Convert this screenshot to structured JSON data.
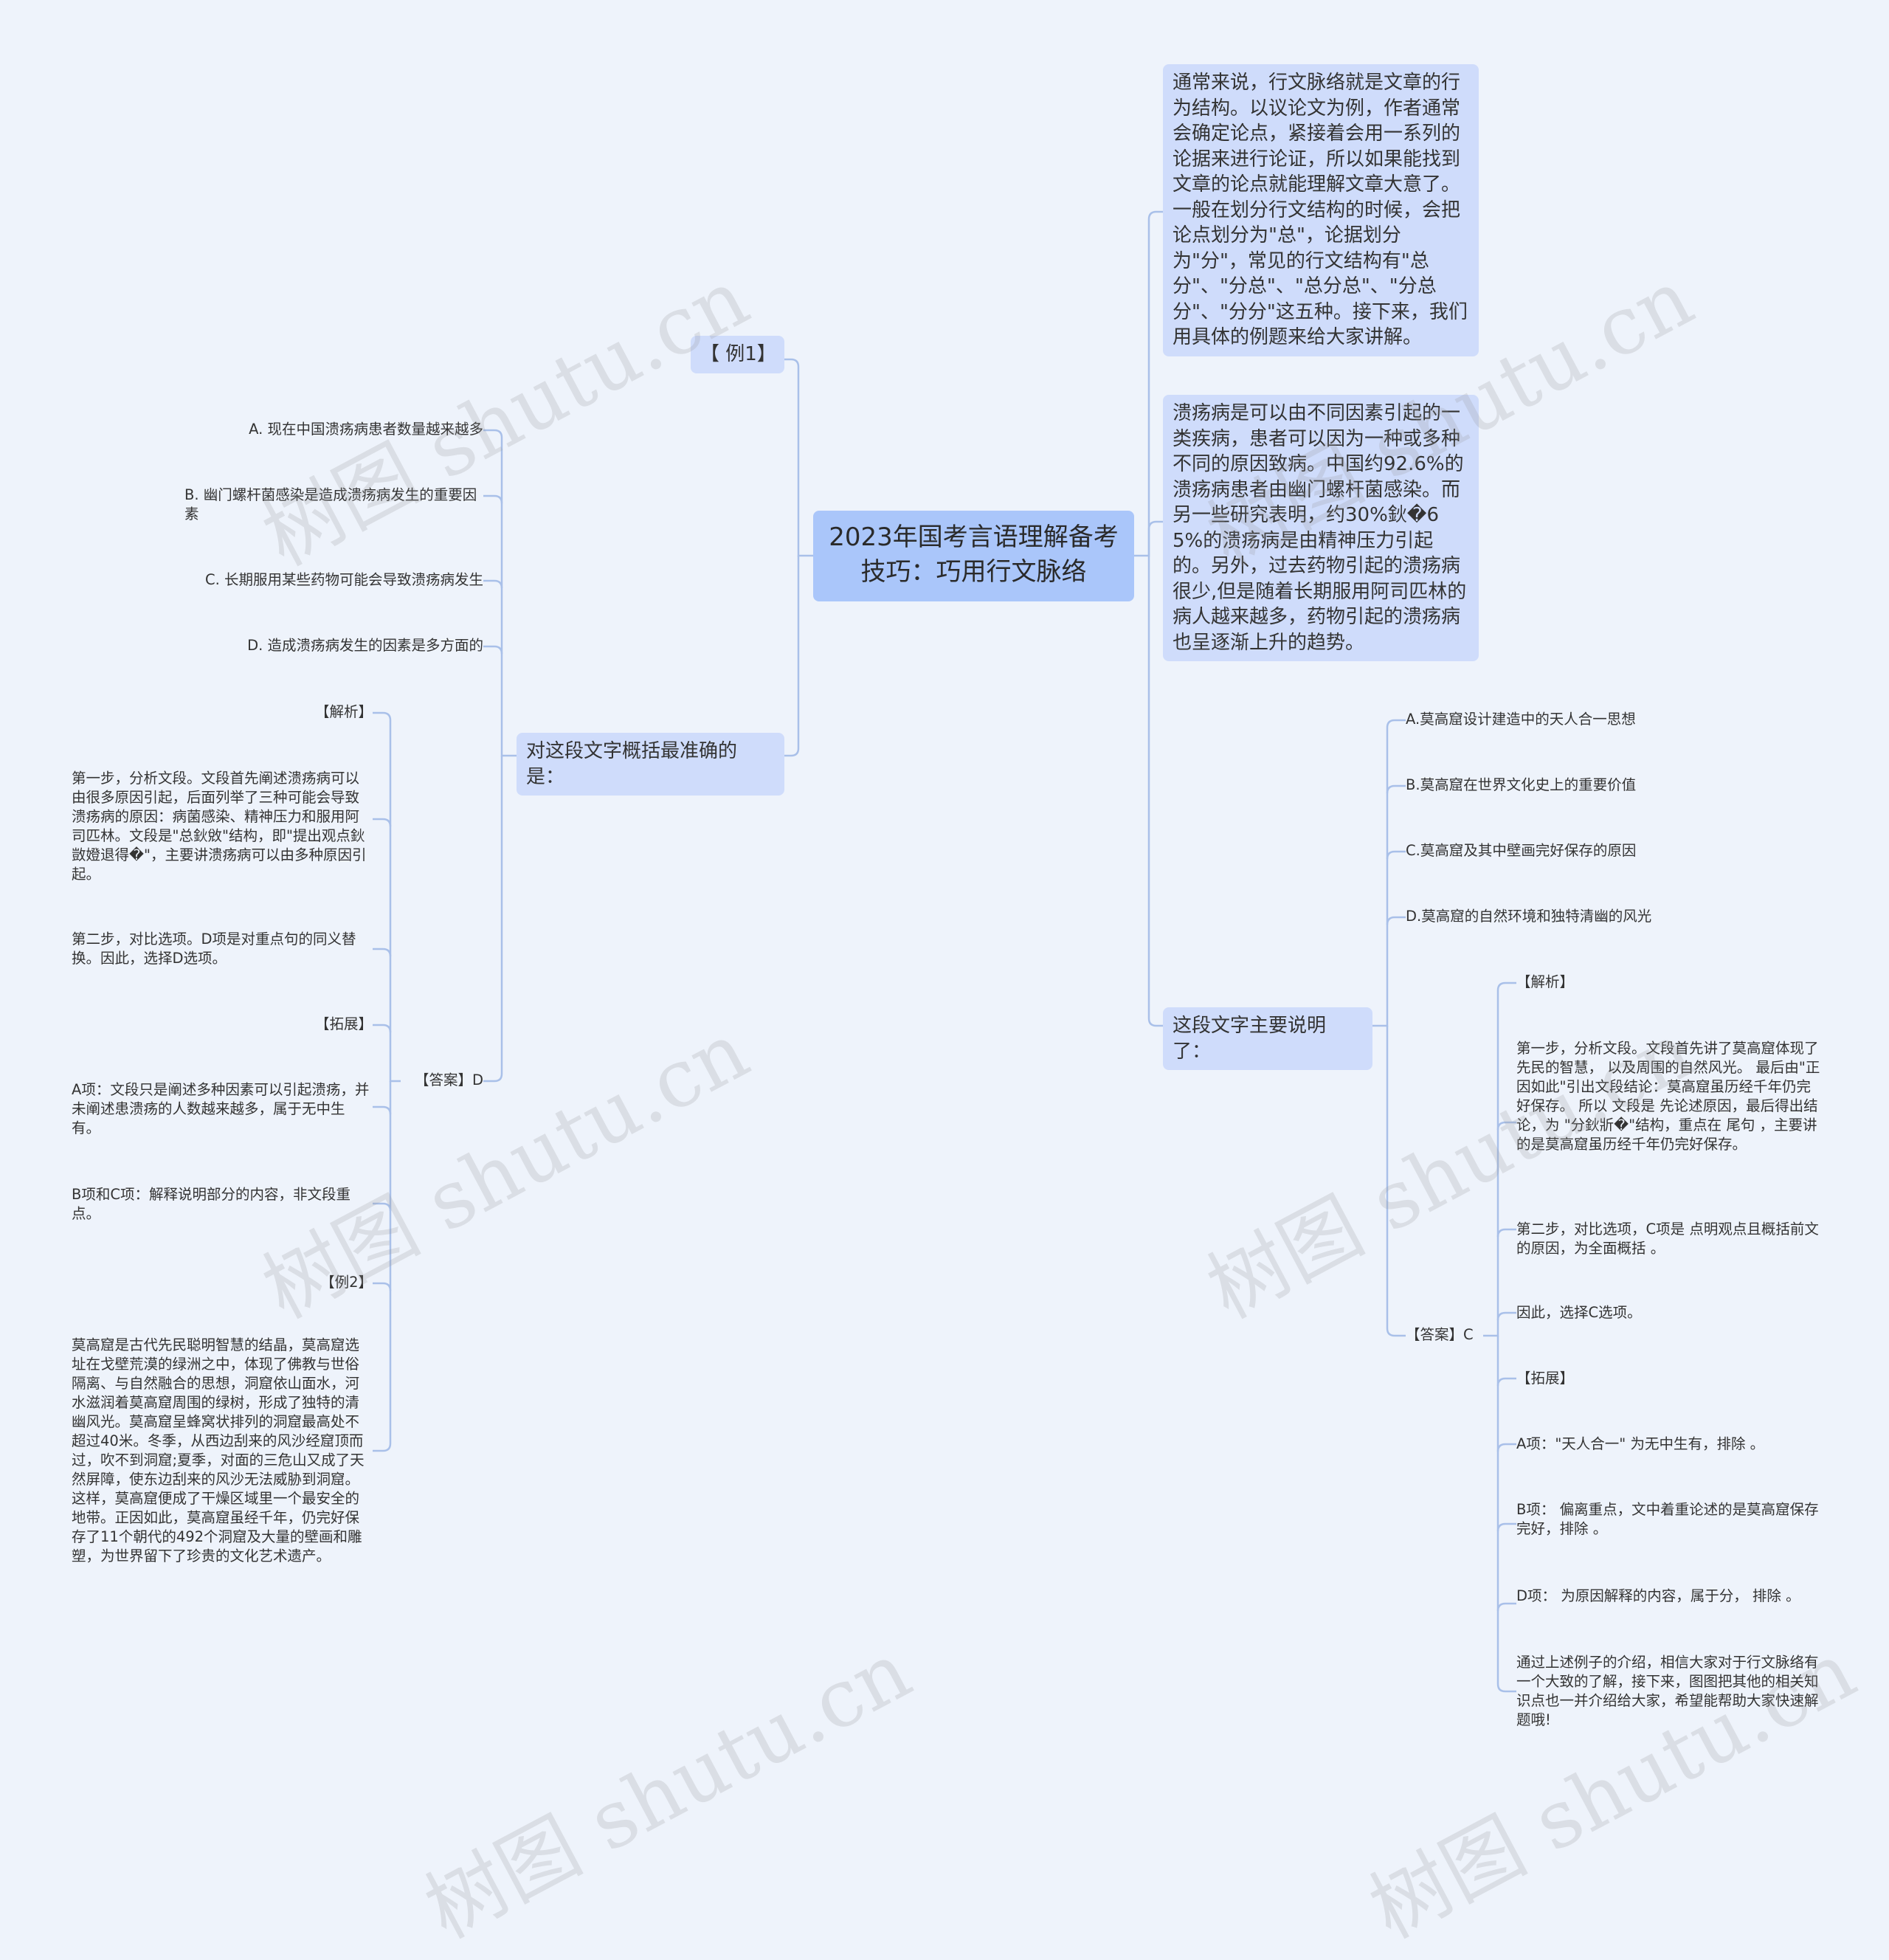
{
  "root": {
    "title": "2023年国考言语理解备考技巧：巧用行文脉络"
  },
  "intro": {
    "p1": "通常来说，行文脉络就是文章的行为结构。以议论文为例，作者通常会确定论点，紧接着会用一系列的论据来进行论证，所以如果能找到文章的论点就能理解文章大意了。一般在划分行文结构的时候，会把论点划分为\"总\"，论据划分为\"分\"，常见的行文结构有\"总分\"、\"分总\"、\"总分总\"、\"分总分\"、\"分分\"这五种。接下来，我们用具体的例题来给大家讲解。",
    "p2": "溃疡病是可以由不同因素引起的一类疾病，患者可以因为一种或多种不同的原因致病。中国约92.6%的溃疡病患者由幽门螺杆菌感染。而另一些研究表明，约30%鈥�65%的溃疡病是由精神压力引起的。另外，过去药物引起的溃疡病很少,但是随着长期服用阿司匹林的病人越来越多，药物引起的溃疡病也呈逐渐上升的趋势。"
  },
  "example1": {
    "label": "【 例1】",
    "question": "对这段文字概括最准确的是：",
    "options": [
      "A. 现在中国溃疡病患者数量越来越多",
      "B. 幽门螺杆菌感染是造成溃疡病发生的重要因素",
      "C. 长期服用某些药物可能会导致溃疡病发生",
      "D. 造成溃疡病发生的因素是多方面的"
    ],
    "answer": "【答案】D",
    "details": [
      "【解析】",
      "第一步，分析文段。文段首先阐述溃疡病可以由很多原因引起，后面列举了三种可能会导致溃疡病的原因：病菌感染、精神压力和服用阿司匹林。文段是\"总鈥敓\"结构，即\"提出观点鈥敳嬁退得�\"，主要讲溃疡病可以由多种原因引起。",
      "第二步，对比选项。D项是对重点句的同义替换。因此，选择D选项。",
      "【拓展】",
      "A项：文段只是阐述多种因素可以引起溃疡，并未阐述患溃疡的人数越来越多，属于无中生有。",
      "B项和C项：解释说明部分的内容，非文段重点。",
      "【例2】",
      "莫高窟是古代先民聪明智慧的结晶，莫高窟选址在戈壁荒漠的绿洲之中，体现了佛教与世俗隔离、与自然融合的思想，洞窟依山面水，河水滋润着莫高窟周围的绿树，形成了独特的清幽风光。莫高窟呈蜂窝状排列的洞窟最高处不超过40米。冬季，从西边刮来的风沙经窟顶而过，吹不到洞窟;夏季，对面的三危山又成了天然屏障，使东边刮来的风沙无法威胁到洞窟。这样，莫高窟便成了干燥区域里一个最安全的地带。正因如此，莫高窟虽经千年，仍完好保存了11个朝代的492个洞窟及大量的壁画和雕塑，为世界留下了珍贵的文化艺术遗产。"
    ]
  },
  "example2": {
    "question": "这段文字主要说明了：",
    "options": [
      "A.莫高窟设计建造中的天人合一思想",
      "B.莫高窟在世界文化史上的重要价值",
      "C.莫高窟及其中壁画完好保存的原因",
      "D.莫高窟的自然环境和独特清幽的风光"
    ],
    "answer": "【答案】C",
    "details": [
      "【解析】",
      "第一步，分析文段。文段首先讲了莫高窟体现了先民的智慧， 以及周围的自然风光。 最后由\"正因如此\"引出文段结论：莫高窟虽历经千年仍完好保存。 所以 文段是 先论述原因，最后得出结论，为 \"分鈥斨�\"结构，重点在 尾句 ，主要讲的是莫高窟虽历经千年仍完好保存。",
      "第二步，对比选项，C项是 点明观点且概括前文的原因，为全面概括 。",
      "因此，选择C选项。",
      "【拓展】",
      "A项：\"天人合一\" 为无中生有，排除 。",
      "B项： 偏离重点，文中着重论述的是莫高窟保存完好，排除 。",
      "D项： 为原因解释的内容，属于分， 排除 。",
      "通过上述例子的介绍，相信大家对于行文脉络有一个大致的了解，接下来，图图把其他的相关知识点也一并介绍给大家，希望能帮助大家快速解题哦!"
    ]
  },
  "watermark": "树图 shutu.cn"
}
